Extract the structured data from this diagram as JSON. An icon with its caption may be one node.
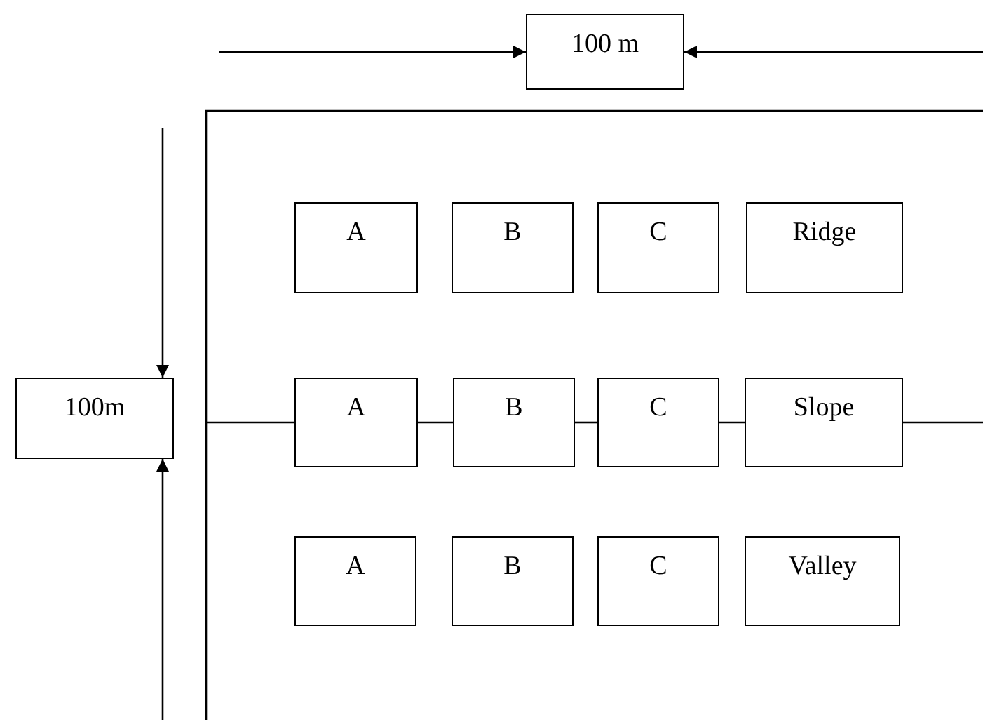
{
  "diagram": {
    "nodes": [
      {
        "text": [
          "100 m"
        ]
      },
      {
        "text": [
          "A"
        ]
      },
      {
        "text": [
          "B"
        ]
      },
      {
        "text": [
          "C"
        ]
      },
      {
        "text": [
          "Ridge"
        ]
      },
      {
        "text": [
          "100m"
        ]
      },
      {
        "text": [
          "A"
        ]
      },
      {
        "text": [
          "B"
        ]
      },
      {
        "text": [
          "C"
        ]
      },
      {
        "text": [
          "Slope"
        ]
      },
      {
        "text": [
          "A"
        ]
      },
      {
        "text": [
          "B"
        ]
      },
      {
        "text": [
          "C"
        ]
      },
      {
        "text": [
          "Valley"
        ]
      }
    ],
    "edges": [
      {
        "from": null,
        "to": 0,
        "arrow": "to"
      },
      {
        "from": null,
        "to": 0,
        "arrow": "to"
      },
      {
        "from": null,
        "to": 5,
        "arrow": "to"
      },
      {
        "from": null,
        "to": 5,
        "arrow": "to"
      },
      {
        "from": null,
        "to": 6,
        "arrow": "none"
      },
      {
        "from": 6,
        "to": 7,
        "arrow": "none"
      },
      {
        "from": 7,
        "to": 8,
        "arrow": "none"
      },
      {
        "from": 8,
        "to": 9,
        "arrow": "none"
      },
      {
        "from": 9,
        "to": null,
        "arrow": "none"
      }
    ]
  }
}
